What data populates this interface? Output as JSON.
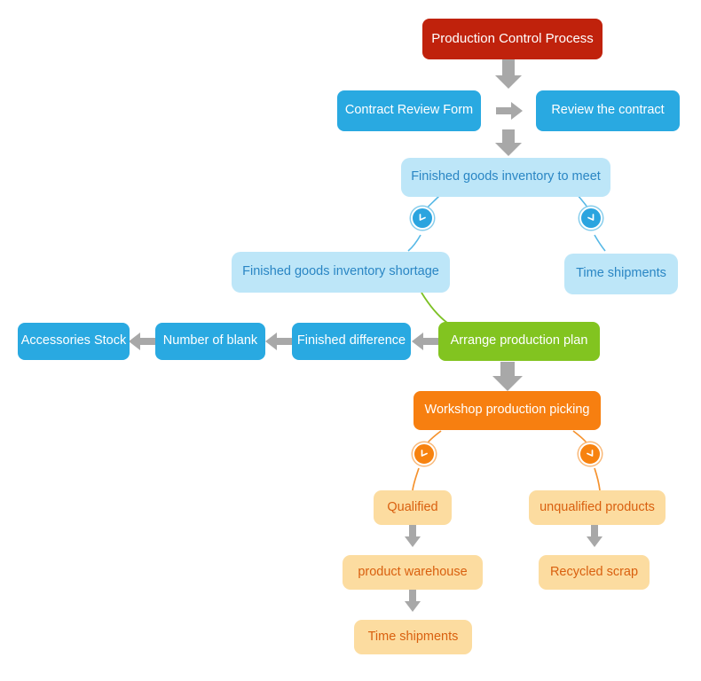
{
  "diagram": {
    "title": "Production Control Process",
    "background_color": "#ffffff",
    "palette": {
      "red": "#c0220c",
      "blue": "#29a9e1",
      "light_blue": "#bde6f8",
      "light_blue_text": "#2a86c4",
      "green": "#82c420",
      "orange": "#f77f10",
      "light_orange": "#fcdca0",
      "light_orange_text": "#d9600f",
      "arrow_gray": "#a6a6a6"
    },
    "nodes": [
      {
        "id": "n1",
        "label": "Production Control Process",
        "style": "red"
      },
      {
        "id": "n2",
        "label": "Contract Review Form",
        "style": "blue"
      },
      {
        "id": "n3",
        "label": "Review the contract",
        "style": "blue"
      },
      {
        "id": "n4",
        "label": "Finished goods inventory to meet",
        "style": "lightblue"
      },
      {
        "id": "n5",
        "label": "Finished goods inventory shortage",
        "style": "lightblue"
      },
      {
        "id": "n6",
        "label": "Time shipments",
        "style": "lightblue"
      },
      {
        "id": "n7",
        "label": "Arrange production plan",
        "style": "green"
      },
      {
        "id": "n8",
        "label": "Finished difference",
        "style": "blue"
      },
      {
        "id": "n9",
        "label": "Number of blank",
        "style": "blue"
      },
      {
        "id": "n10",
        "label": "Accessories Stock",
        "style": "blue"
      },
      {
        "id": "n11",
        "label": "Workshop production picking",
        "style": "orange"
      },
      {
        "id": "n12",
        "label": "Qualified",
        "style": "lightorange"
      },
      {
        "id": "n13",
        "label": "unqualified products",
        "style": "lightorange"
      },
      {
        "id": "n14",
        "label": "product warehouse",
        "style": "lightorange"
      },
      {
        "id": "n15",
        "label": "Recycled scrap",
        "style": "lightorange"
      },
      {
        "id": "n16",
        "label": "Time shipments",
        "style": "lightorange"
      }
    ],
    "badges": [
      {
        "id": "b1",
        "icon": "arrow-down-right-icon",
        "style": "blue-badge"
      },
      {
        "id": "b2",
        "icon": "arrow-down-left-icon",
        "style": "blue-badge"
      },
      {
        "id": "b3",
        "icon": "arrow-down-right-icon",
        "style": "orange-badge"
      },
      {
        "id": "b4",
        "icon": "arrow-down-left-icon",
        "style": "orange-badge"
      }
    ],
    "edges": [
      {
        "from": "n1",
        "to": "n2",
        "kind": "arrow-down"
      },
      {
        "from": "n2",
        "to": "n3",
        "kind": "arrow-right"
      },
      {
        "from": "n2",
        "to": "n4",
        "kind": "arrow-down"
      },
      {
        "from": "n4",
        "to": "b1",
        "kind": "curve-blue"
      },
      {
        "from": "b1",
        "to": "n5",
        "kind": "curve-blue"
      },
      {
        "from": "n4",
        "to": "b2",
        "kind": "curve-blue"
      },
      {
        "from": "b2",
        "to": "n6",
        "kind": "curve-blue"
      },
      {
        "from": "n5",
        "to": "n7",
        "kind": "curve-green"
      },
      {
        "from": "n7",
        "to": "n8",
        "kind": "arrow-left"
      },
      {
        "from": "n8",
        "to": "n9",
        "kind": "arrow-left"
      },
      {
        "from": "n9",
        "to": "n10",
        "kind": "arrow-left"
      },
      {
        "from": "n7",
        "to": "n11",
        "kind": "arrow-down"
      },
      {
        "from": "n11",
        "to": "b3",
        "kind": "curve-orange"
      },
      {
        "from": "b3",
        "to": "n12",
        "kind": "curve-orange"
      },
      {
        "from": "n11",
        "to": "b4",
        "kind": "curve-orange"
      },
      {
        "from": "b4",
        "to": "n13",
        "kind": "curve-orange"
      },
      {
        "from": "n12",
        "to": "n14",
        "kind": "arrow-down"
      },
      {
        "from": "n13",
        "to": "n15",
        "kind": "arrow-down"
      },
      {
        "from": "n14",
        "to": "n16",
        "kind": "arrow-down"
      }
    ]
  }
}
